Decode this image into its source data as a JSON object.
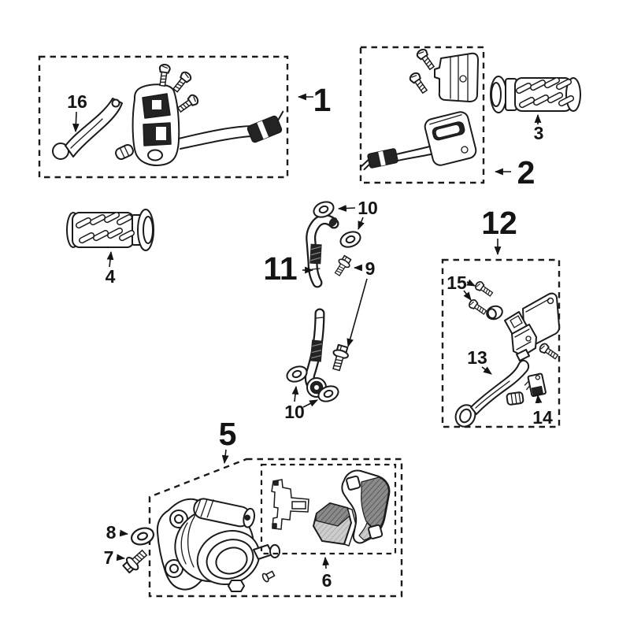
{
  "diagram": {
    "type": "exploded-parts-diagram",
    "callouts": {
      "group1": "1",
      "group2": "2",
      "part3": "3",
      "part4": "4",
      "group5": "5",
      "part6": "6",
      "part7": "7",
      "part8": "8",
      "part9": "9",
      "part10": "10",
      "part11": "11",
      "group12": "12",
      "part13": "13",
      "part14": "14",
      "part15": "15",
      "part16": "16"
    },
    "colors": {
      "line": "#1b1b1b",
      "background": "#ffffff",
      "dark_fill": "#232323",
      "pad_dark": "#8b8b8b",
      "pad_light": "#cdcdcd"
    }
  }
}
